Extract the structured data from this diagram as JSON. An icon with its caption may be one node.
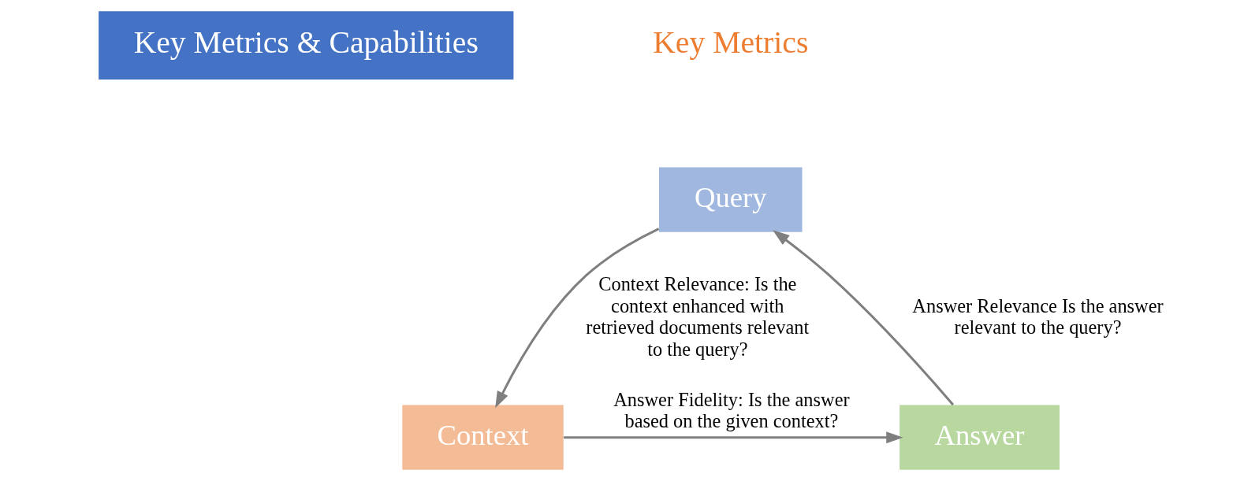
{
  "diagram": {
    "nodes": [
      {
        "text": [
          "Key Metrics & Capabilities"
        ]
      },
      {
        "text": [
          "Query"
        ]
      },
      {
        "text": [
          "Context"
        ]
      },
      {
        "text": [
          "Answer"
        ]
      }
    ],
    "edges": [
      {
        "from": 1,
        "to": 2,
        "arrow": "to",
        "label": "Context Relevance: Is the context enhanced with retrieved documents relevant to the query?"
      },
      {
        "from": 2,
        "to": 3,
        "arrow": "to",
        "label": "Answer Fidelity: Is the answer based on the given context?"
      },
      {
        "from": 3,
        "to": 1,
        "arrow": "to",
        "label": "Answer Relevance Is the answer relevant to the query?"
      }
    ],
    "labels": [
      "Key Metrics"
    ]
  }
}
